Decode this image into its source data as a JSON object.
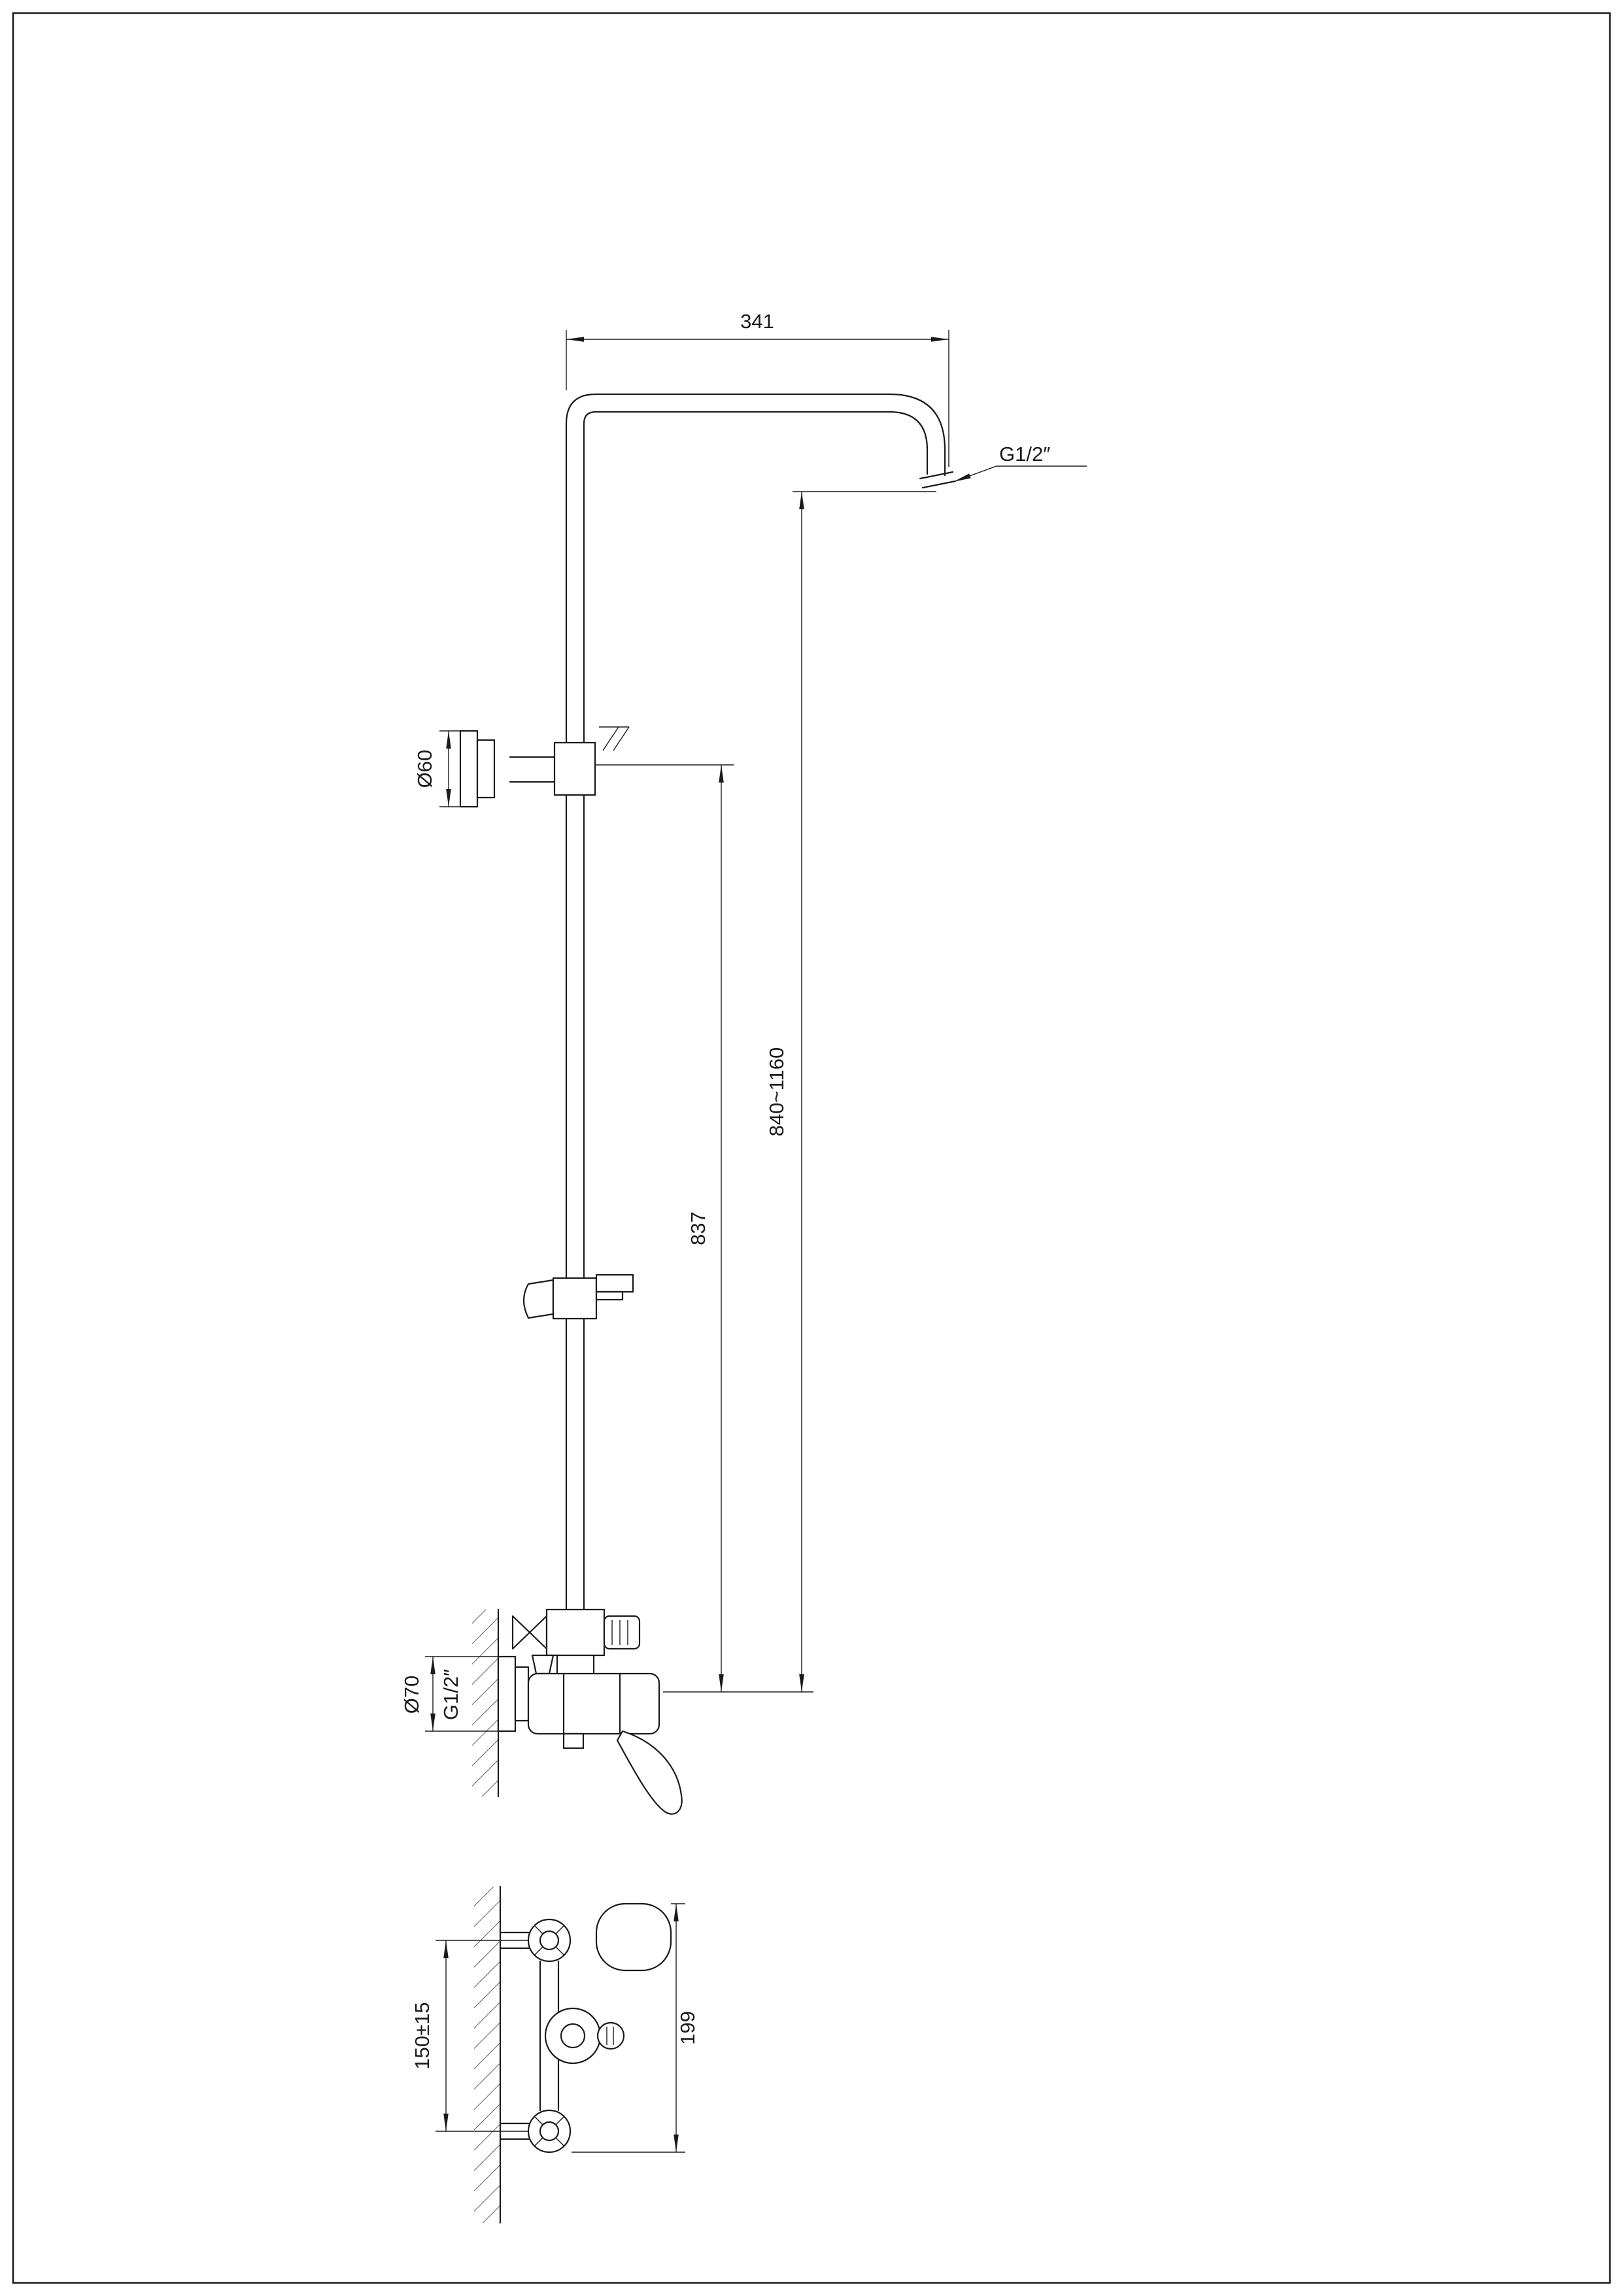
{
  "sheet": {
    "background": "#ffffff",
    "line_color": "#1a1a1a",
    "description": "Technical dimension drawing of a wall-mounted shower column with mixer, front view and plan view"
  },
  "dims": {
    "arm_length": "341",
    "arm_thread": "G1/2″",
    "slider_diameter": "Ø60",
    "overall_height": "840~1160",
    "riser_height": "837",
    "flange_diameter": "Ø70",
    "inlet_thread": "G1/2″",
    "inlet_spacing": "150±15",
    "body_length": "199"
  }
}
